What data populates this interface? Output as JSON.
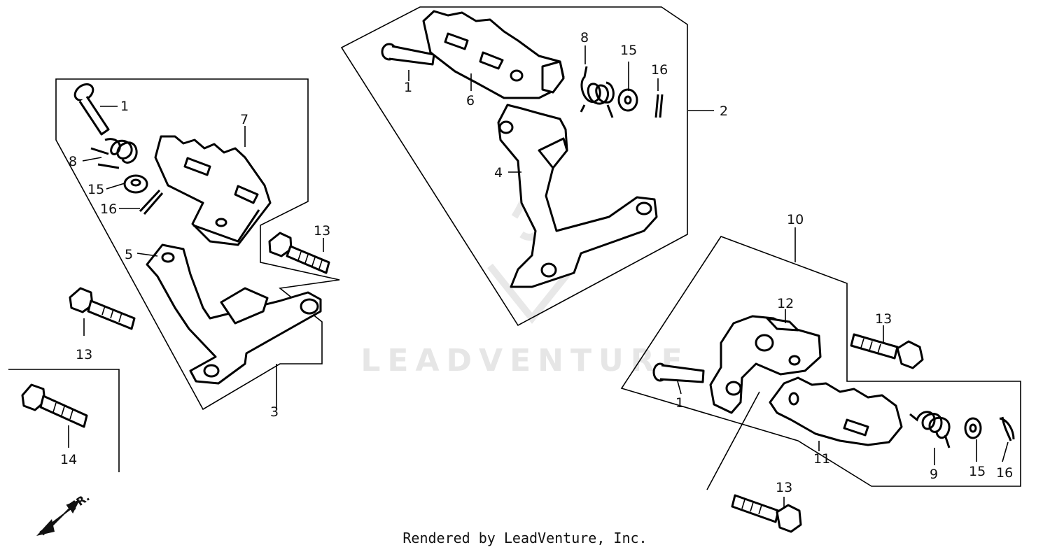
{
  "watermark": "LEADVENTURE",
  "footer": "Rendered by LeadVenture, Inc.",
  "direction_label": "FR.",
  "callouts": {
    "c1a": "1",
    "c1b": "1",
    "c1c": "1",
    "c2": "2",
    "c3": "3",
    "c4": "4",
    "c5": "5",
    "c6": "6",
    "c7": "7",
    "c8a": "8",
    "c8b": "8",
    "c9": "9",
    "c10": "10",
    "c11": "11",
    "c12": "12",
    "c13a": "13",
    "c13b": "13",
    "c13c": "13",
    "c13d": "13",
    "c14": "14",
    "c15a": "15",
    "c15b": "15",
    "c15c": "15",
    "c16a": "16",
    "c16b": "16",
    "c16c": "16"
  }
}
